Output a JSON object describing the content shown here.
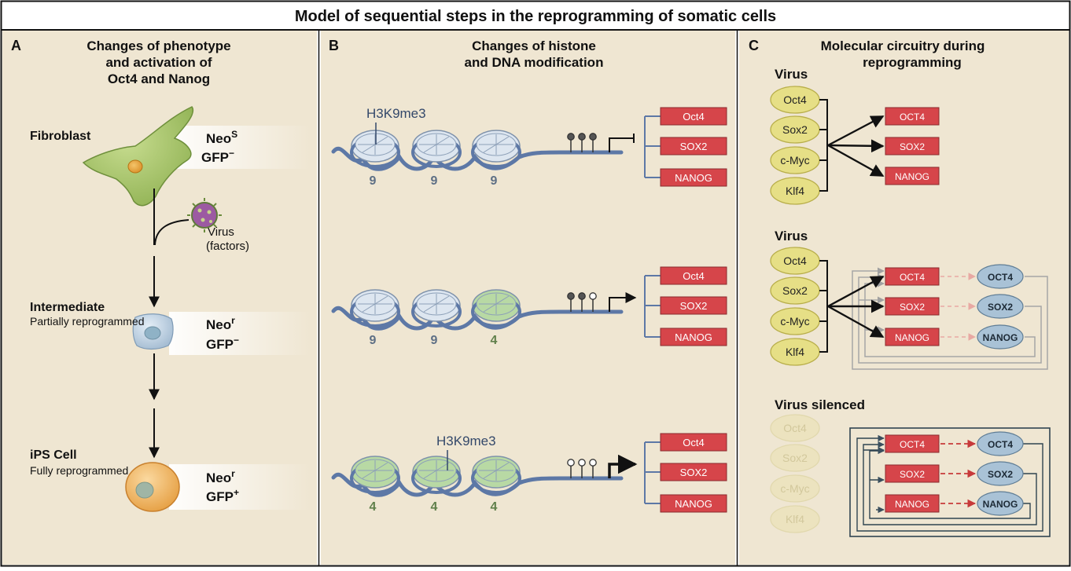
{
  "title": "Model of sequential steps in the reprogramming of somatic cells",
  "panelA": {
    "letter": "A",
    "heading": [
      "Changes of phenotype",
      "and activation of",
      "Oct4 and Nanog"
    ],
    "virus": [
      "Virus",
      "(factors)"
    ],
    "stages": [
      {
        "name": "Fibroblast",
        "sub": "",
        "neo": "Neo",
        "neo_sup": "S",
        "gfp": "GFP",
        "gfp_sup": "−"
      },
      {
        "name": "Intermediate",
        "sub": "Partially reprogrammed",
        "neo": "Neo",
        "neo_sup": "r",
        "gfp": "GFP",
        "gfp_sup": "−"
      },
      {
        "name": "iPS Cell",
        "sub": "Fully reprogrammed",
        "neo": "Neo",
        "neo_sup": "r",
        "gfp": "GFP",
        "gfp_sup": "+"
      }
    ]
  },
  "panelB": {
    "letter": "B",
    "heading": [
      "Changes of histone",
      "and DNA modification"
    ],
    "mark_label": "H3K9me3",
    "genes": [
      "Oct4",
      "SOX2",
      "NANOG"
    ],
    "rows": [
      {
        "nucleosomes": [
          "9",
          "9",
          "9"
        ],
        "label": "H3K9me3"
      },
      {
        "nucleosomes": [
          "9",
          "9",
          "4"
        ],
        "label": ""
      },
      {
        "nucleosomes": [
          "4",
          "4",
          "4"
        ],
        "label": "H3K9me3"
      }
    ]
  },
  "panelC": {
    "letter": "C",
    "heading": [
      "Molecular circuitry during",
      "reprogramming"
    ],
    "factors": [
      "Oct4",
      "Sox2",
      "c-Myc",
      "Klf4"
    ],
    "genes": [
      "OCT4",
      "SOX2",
      "NANOG"
    ],
    "proteins": [
      "OCT4",
      "SOX2",
      "NANOG"
    ],
    "sections": [
      "Virus",
      "Virus",
      "Virus silenced"
    ]
  },
  "colors": {
    "panel_bg": "#efe6d2",
    "gene_box": "#d6454a",
    "factor": "#e6df86",
    "protein": "#a9c2d6",
    "dna": "#5d78a6",
    "nucleosome_off": "#dde6f0",
    "nucleosome_on": "#b8d9a4"
  }
}
